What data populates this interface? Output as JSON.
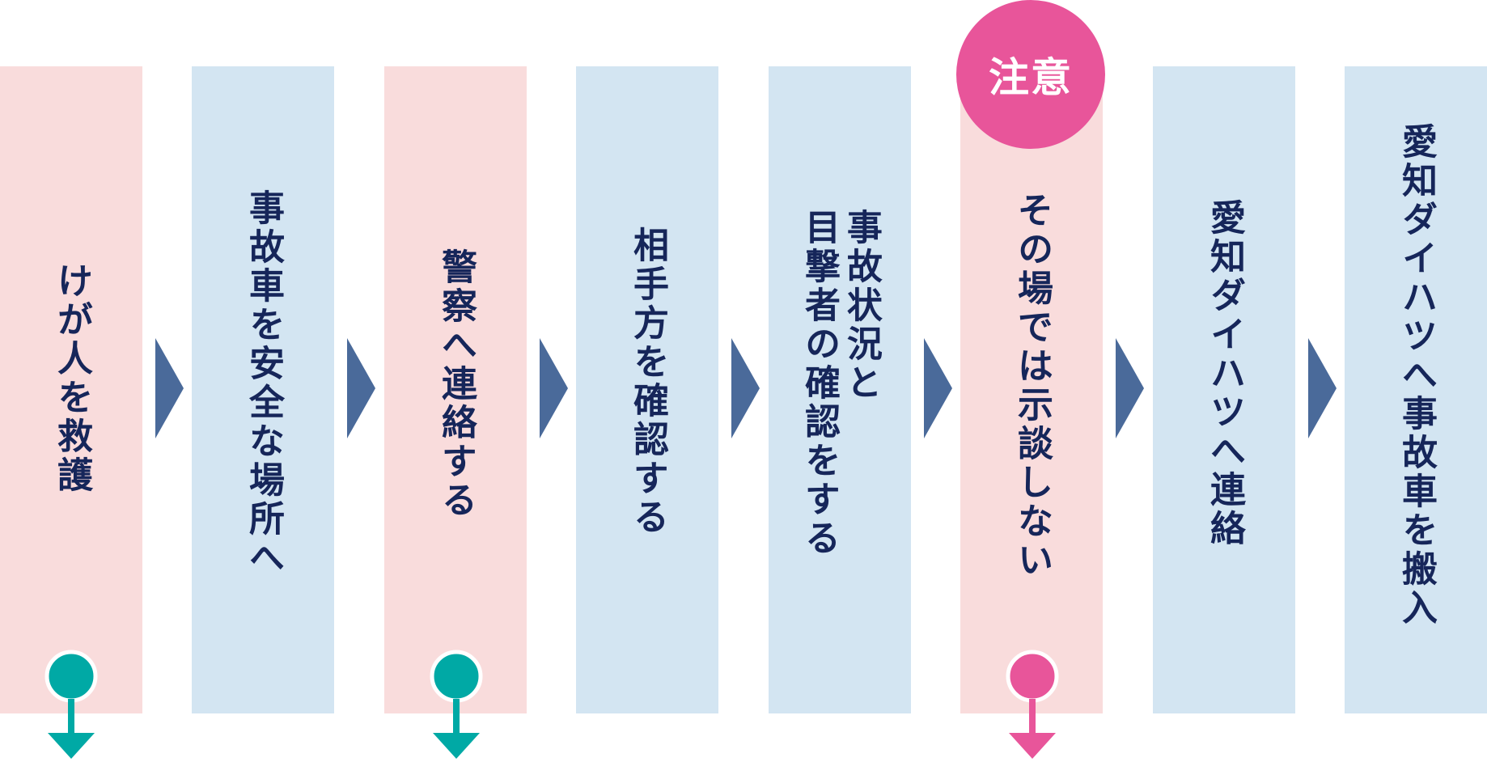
{
  "steps": [
    {
      "label": "けが人を救護",
      "color": "pink"
    },
    {
      "label": "事故車を安全な場所へ",
      "color": "blue"
    },
    {
      "label": "警察へ連絡する",
      "color": "pink"
    },
    {
      "label": "相手方を確認する",
      "color": "blue"
    },
    {
      "label": "事故状況と\n目撃者の確認をする",
      "color": "blue"
    },
    {
      "label": "その場では示談しない",
      "color": "pink"
    },
    {
      "label": "愛知ダイハツへ連絡",
      "color": "blue"
    },
    {
      "label": "愛知ダイハツへ事故車を搬入",
      "color": "blue"
    }
  ],
  "badge": {
    "label": "注意",
    "step_index": 5
  },
  "branch_indicators": [
    {
      "step_index": 0,
      "color": "#00a9a5"
    },
    {
      "step_index": 2,
      "color": "#00a9a5"
    },
    {
      "step_index": 5,
      "color": "#e8559a"
    }
  ],
  "colors": {
    "pink_box": "#f9dcdc",
    "blue_box": "#d3e5f2",
    "text": "#16265a",
    "arrow": "#4a6a9a",
    "badge": "#e8559a",
    "teal": "#00a9a5"
  },
  "icons": {
    "flow_arrow": "triangle-right-icon",
    "branch": "branch-down-arrow-icon"
  }
}
